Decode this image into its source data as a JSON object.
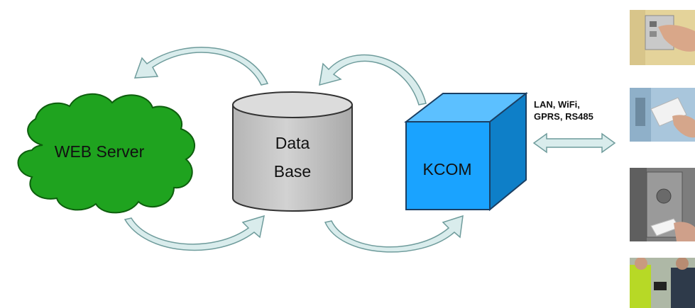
{
  "nodes": {
    "web_server": {
      "label": "WEB Server",
      "color": "#1fa31f"
    },
    "database": {
      "label_line1": "Data",
      "label_line2": "Base",
      "color": "#c8c8c8"
    },
    "kcom": {
      "label": "KCOM",
      "color": "#1aa3ff"
    }
  },
  "connection": {
    "line1": "LAN, WiFi,",
    "line2": "GPRS, RS485"
  },
  "photos": [
    {
      "icon": "keypad-hand-photo-icon"
    },
    {
      "icon": "card-swipe-photo-icon"
    },
    {
      "icon": "door-card-reader-photo-icon"
    },
    {
      "icon": "workers-handheld-photo-icon"
    }
  ],
  "colors": {
    "arrow_fill": "#d9ecec",
    "arrow_stroke": "#6f9c9c"
  }
}
